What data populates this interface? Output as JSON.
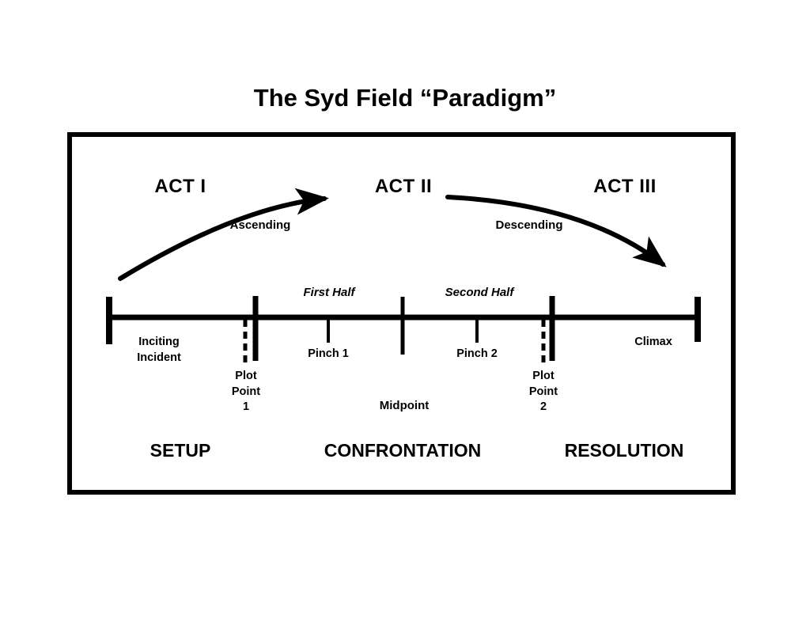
{
  "title": "The Syd Field “Paradigm”",
  "acts": {
    "act1": "ACT I",
    "act2": "ACT II",
    "act3": "ACT III"
  },
  "arrows": {
    "ascending_label": "Ascending",
    "descending_label": "Descending"
  },
  "timeline": {
    "first_half_label": "First Half",
    "second_half_label": "Second Half",
    "inciting_incident_label": "Inciting\nIncident",
    "plot_point_1_label": "Plot\nPoint\n1",
    "pinch_1_label": "Pinch 1",
    "midpoint_label": "Midpoint",
    "pinch_2_label": "Pinch 2",
    "plot_point_2_label": "Plot\nPoint\n2",
    "climax_label": "Climax"
  },
  "sections": {
    "setup": "SETUP",
    "confrontation": "CONFRONTATION",
    "resolution": "RESOLUTION"
  },
  "colors": {
    "ink": "#000000",
    "background": "#ffffff"
  }
}
